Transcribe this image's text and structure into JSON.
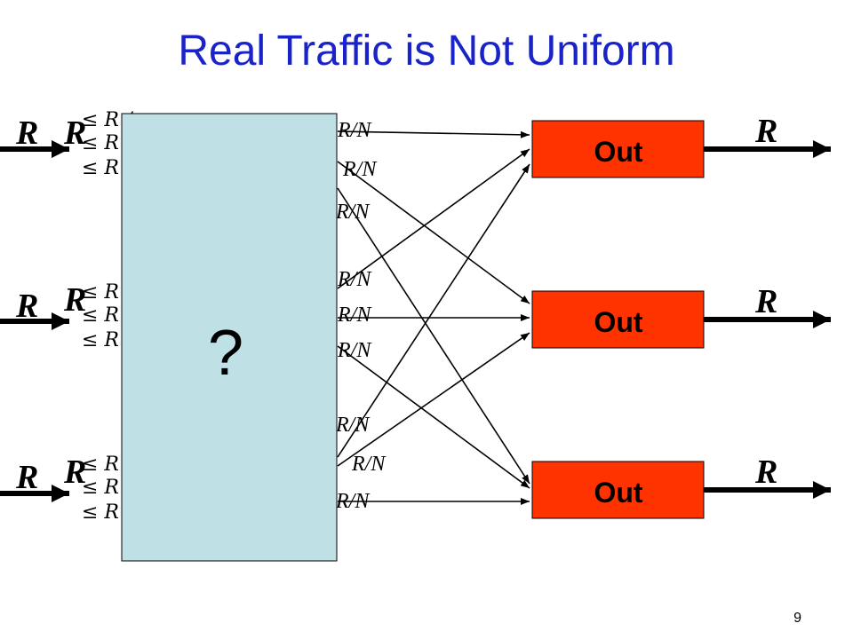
{
  "title": "Real Traffic is Not Uniform",
  "page_number": "9",
  "switch_label": "?",
  "input_rate": "R",
  "output_rate": "R",
  "split_rate": "R/N",
  "output_label": "Out",
  "le_label": "≤ R /",
  "colors": {
    "title": "#1a23c8",
    "switch_fill": "#bfe0e4",
    "out_fill": "#ff3300"
  }
}
